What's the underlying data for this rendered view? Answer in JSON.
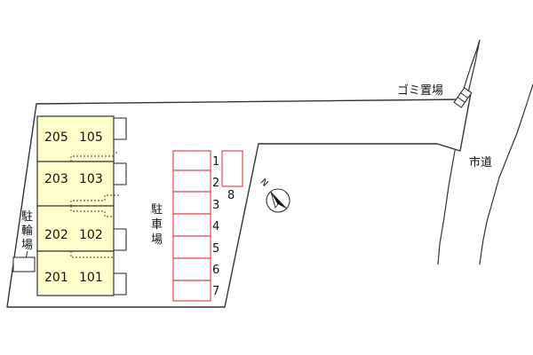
{
  "labels": {
    "garbage": "ゴミ置場",
    "city_road": "市道",
    "parking": [
      "駐",
      "車",
      "場"
    ],
    "bicycle_parking": [
      "駐",
      "輪",
      "場"
    ],
    "north": "N"
  },
  "units": [
    {
      "left": "205",
      "right": "105"
    },
    {
      "left": "203",
      "right": "103"
    },
    {
      "left": "202",
      "right": "102"
    },
    {
      "left": "201",
      "right": "101"
    }
  ],
  "parking_spaces": [
    "1",
    "2",
    "3",
    "4",
    "5",
    "6",
    "7",
    "8"
  ],
  "colors": {
    "building_fill": "#ffffcc",
    "parking_line": "#e8424f",
    "outline": "#333333"
  }
}
